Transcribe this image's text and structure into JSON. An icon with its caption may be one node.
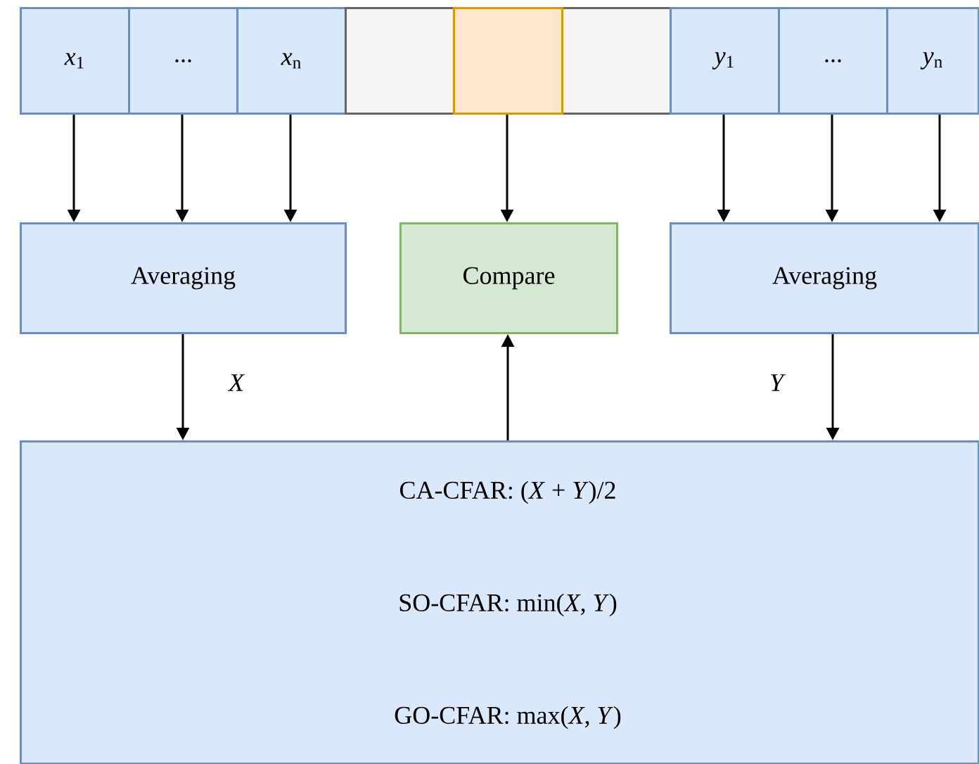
{
  "diagram": {
    "nodes": [
      {
        "text": [
          "*x*$_{1}$"
        ]
      },
      {
        "text": [
          "..."
        ]
      },
      {
        "text": [
          "*x*$_{n}$"
        ]
      },
      {
        "text": [],
        "shape": "box"
      },
      {
        "text": [],
        "shape": "box",
        "in": 3
      },
      {
        "text": [
          "*y*$_{1}$"
        ]
      },
      {
        "text": [
          "..."
        ]
      },
      {
        "text": [
          "*y*$_{n}$"
        ]
      },
      {
        "text": [
          "Averaging"
        ]
      },
      {
        "text": [
          "Compare"
        ]
      },
      {
        "text": [
          "Averaging"
        ]
      },
      {
        "text": [
          "CA-CFAR: (*X* + *Y*)/2",
          "SO-CFAR: min(*X*, *Y*)",
          "GO-CFAR: max(*X*, *Y*)"
        ]
      }
    ],
    "edges": [
      {
        "from": 0,
        "to": 8,
        "arrow": "to"
      },
      {
        "from": 1,
        "to": 8,
        "arrow": "to"
      },
      {
        "from": 2,
        "to": 8,
        "arrow": "to"
      },
      {
        "from": 4,
        "to": 9,
        "arrow": "to"
      },
      {
        "from": 5,
        "to": 10,
        "arrow": "to"
      },
      {
        "from": 6,
        "to": 10,
        "arrow": "to"
      },
      {
        "from": 7,
        "to": 10,
        "arrow": "to"
      },
      {
        "from": 8,
        "to": 11,
        "arrow": "to",
        "label": "X"
      },
      {
        "from": 11,
        "to": 9,
        "arrow": "to"
      },
      {
        "from": 10,
        "to": 11,
        "arrow": "to",
        "label": "Y"
      }
    ]
  }
}
